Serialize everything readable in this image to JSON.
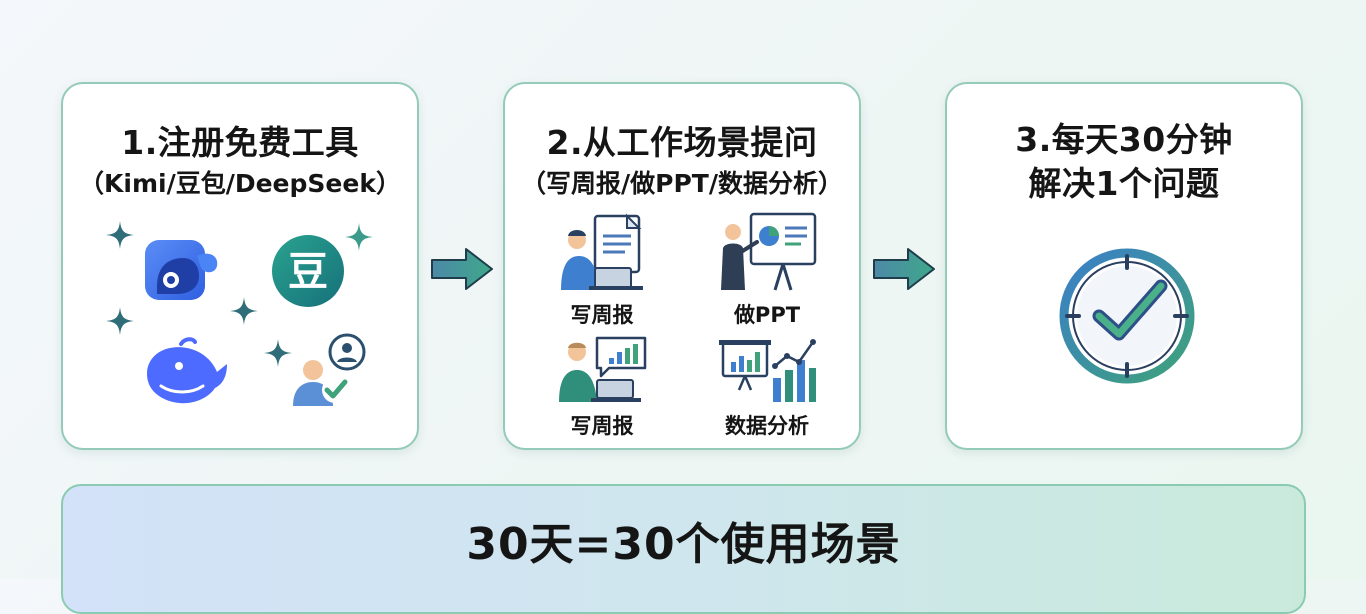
{
  "steps": [
    {
      "title": "1.注册免费工具",
      "subtitle": "（Kimi/豆包/DeepSeek）"
    },
    {
      "title": "2.从工作场景提问",
      "subtitle": "（写周报/做PPT/数据分析）",
      "scenes": [
        {
          "label": "写周报",
          "icon": "person-laptop-report-icon"
        },
        {
          "label": "做PPT",
          "icon": "presentation-board-icon"
        },
        {
          "label": "写周报",
          "icon": "person-chat-chart-icon"
        },
        {
          "label": "数据分析",
          "icon": "bar-chart-analysis-icon"
        }
      ]
    },
    {
      "title_lines": [
        "3.每天30分钟",
        "解决1个问题"
      ],
      "icon": "clock-check-icon"
    }
  ],
  "tool_glyph": "豆",
  "banner": {
    "text": "30天=30个使用场景"
  },
  "colors": {
    "card_border": "#94cbb8",
    "arrow_fill": "#4e9aa0",
    "kimi_blue": "#3d6ff0",
    "doubao_teal": "#1f8f86",
    "deepseek_blue": "#4d6bfe",
    "clock_navy": "#2e4f87",
    "check_green": "#3fa27a"
  }
}
